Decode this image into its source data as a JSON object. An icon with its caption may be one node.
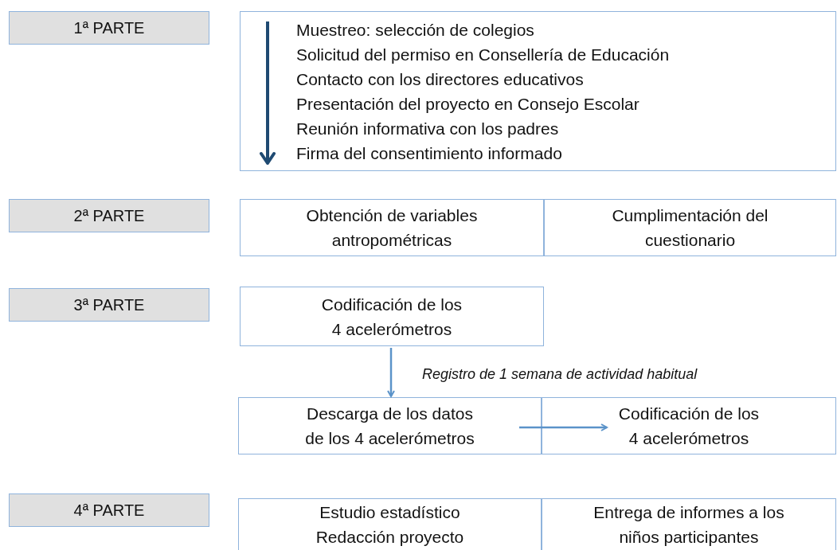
{
  "diagram": {
    "nodes": [
      {
        "text": [
          "1ª PARTE"
        ]
      },
      {
        "text": [
          "Muestreo: selección de colegios",
          "Solicitud del permiso en Consellería de Educación",
          "Contacto con los directores educativos",
          "Presentación del proyecto en Consejo Escolar",
          "Reunión informativa con los padres",
          "Firma del consentimiento informado"
        ]
      },
      {
        "text": [
          "2ª PARTE"
        ]
      },
      {
        "text": [
          "Obtención de variables antropométricas"
        ]
      },
      {
        "text": [
          "Cumplimentación del cuestionario"
        ]
      },
      {
        "text": [
          "3ª PARTE"
        ]
      },
      {
        "text": [
          "Codificación de los 4 acelerómetros"
        ]
      },
      {
        "text": [
          "Descarga de los datos de los 4 acelerómetros"
        ]
      },
      {
        "text": [
          "Codificación de los 4 acelerómetros"
        ]
      },
      {
        "text": [
          "4ª PARTE"
        ]
      },
      {
        "text": [
          "Estudio estadístico",
          "Redacción proyecto"
        ]
      },
      {
        "text": [
          "Entrega de informes a los niños participantes"
        ]
      }
    ],
    "edges": [
      {
        "from": 6,
        "to": 7,
        "arrow": "to",
        "label": "Registro de 1 semana de actividad habitual"
      },
      {
        "from": 7,
        "to": 8,
        "arrow": "to"
      }
    ]
  }
}
